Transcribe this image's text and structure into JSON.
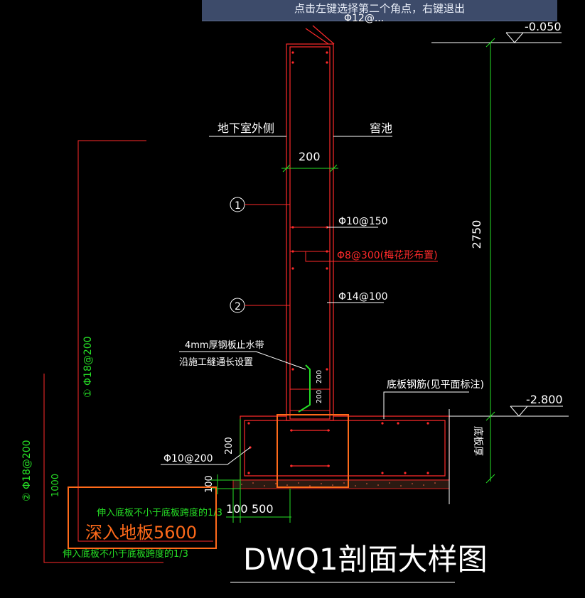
{
  "command_prompt": "点击左键选择第二个角点，右键退出",
  "drawing": {
    "title": "DWQ1剖面大样图",
    "labels": {
      "outside": "地下室外侧",
      "inside": "窖池",
      "wall_thickness": "200",
      "height": "2750",
      "top_elevation": "-0.050",
      "bottom_elevation": "-2.800",
      "bottom_rebar_note": "底板钢筋(见平面标注)",
      "slab_thickness": "底板厚",
      "rebar_horizontal": "Φ10@150",
      "rebar_tie": "Φ8@300(梅花形布置)",
      "rebar_vertical": "Φ14@100",
      "waterstop_line1": "4mm厚钢板止水带",
      "waterstop_line2": "沿施工缝通长设置",
      "waterstop_dim": "200",
      "slab_rebar": "Φ10@200",
      "slab_dim_200": "200",
      "dim_100": "100",
      "dim_100_b": "100",
      "dim_500": "500",
      "marker_1": "1",
      "marker_2": "2",
      "rebar_1_spec": "Φ18@200",
      "rebar_2_spec": "Φ18@200",
      "dim_1000": "1000",
      "note_extend_1": "伸入底板不小于底板跨度的1/3",
      "note_extend_2": "伸入底板不小于底板跨度的1/3",
      "note_deep": "深入地板5600",
      "top_rebar_label": "Φ12@..."
    }
  },
  "colors": {
    "background": "#000000",
    "red": "#ff2a2a",
    "white": "#ffffff",
    "green": "#26e026",
    "orange": "#ff6a1a",
    "prompt_bg": "#3d4b6a"
  }
}
